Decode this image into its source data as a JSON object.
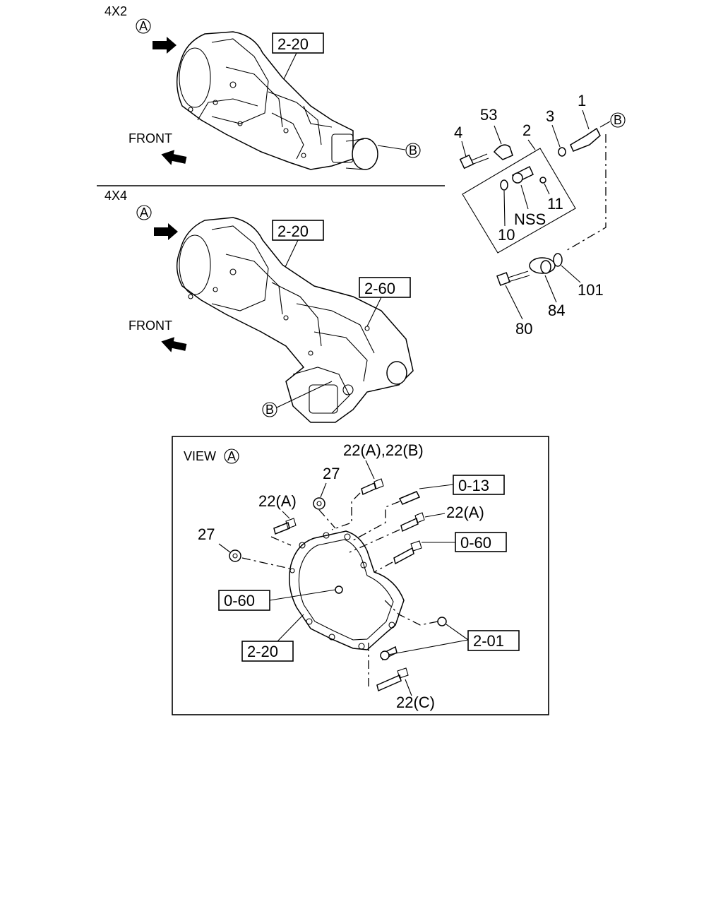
{
  "section_4x2": {
    "title": "4X2",
    "front_label": "FRONT",
    "ref_a": "A",
    "ref_b": "B",
    "case_ref": "2-20"
  },
  "section_4x4": {
    "title": "4X4",
    "front_label": "FRONT",
    "ref_a": "A",
    "ref_b": "B",
    "case_ref": "2-20",
    "transfer_ref": "2-60"
  },
  "sensor_group": {
    "ref_b": "B",
    "callouts": [
      "1",
      "2",
      "3",
      "4",
      "53",
      "10",
      "11",
      "NSS",
      "80",
      "84",
      "101"
    ]
  },
  "view_a": {
    "title": "VIEW",
    "ref": "A",
    "labels": {
      "bolt_ab": "22(A),22(B)",
      "nut_top": "27",
      "bolt_a_left": "22(A)",
      "nut_left": "27",
      "bolt_a_right": "22(A)",
      "bolt_c": "22(C)"
    },
    "boxed_refs": {
      "dowel": "0-13",
      "bolt_right": "0-60",
      "center": "0-60",
      "plate": "2-20",
      "pins": "2-01"
    }
  }
}
